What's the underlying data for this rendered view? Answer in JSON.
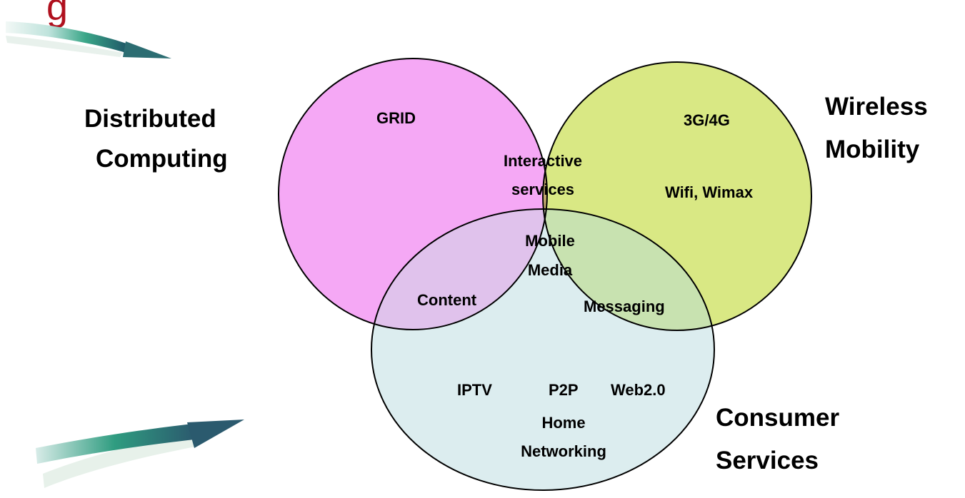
{
  "title_fragment": "g",
  "sets": {
    "distributed": {
      "label_lines": [
        "Distributed",
        "Computing"
      ],
      "color": "#f5a8f5"
    },
    "wireless": {
      "label_lines": [
        "Wireless",
        "Mobility"
      ],
      "color": "#d9e884"
    },
    "consumer": {
      "label_lines": [
        "Consumer",
        "Services"
      ],
      "color": "#dcedef"
    }
  },
  "regions": {
    "distributed_only": [
      "GRID"
    ],
    "wireless_only": [
      "3G/4G",
      "Wifi, Wimax"
    ],
    "distributed_wireless": [
      "Interactive",
      "services"
    ],
    "all_three": [
      "Mobile",
      "Media"
    ],
    "distributed_consumer": [
      "Content"
    ],
    "wireless_consumer": [
      "Messaging"
    ],
    "consumer_only": [
      "IPTV",
      "P2P",
      "Web2.0",
      "Home",
      "Networking"
    ]
  },
  "colors": {
    "title": "#b0101e",
    "outline": "#000000",
    "overlap_dist_wire": "#c4aa6e",
    "overlap_dist_cons": "#e0c2ec",
    "overlap_wire_cons": "#c8e2b0",
    "overlap_center": "#b8b89e"
  },
  "decorations": [
    "arrow-swoosh-top-left",
    "arrow-swoosh-bottom-left"
  ]
}
